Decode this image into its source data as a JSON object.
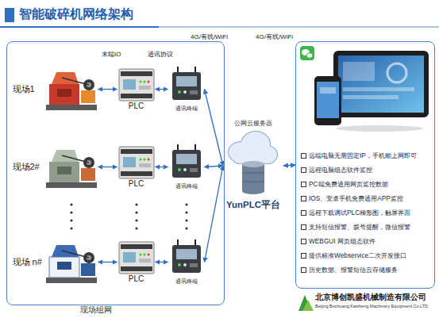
{
  "diagram": {
    "title": "智能破碎机网络架构",
    "nodes": [
      {
        "text": [
          "现场组网"
        ]
      },
      {
        "text": [
          "现场1"
        ],
        "in": 0
      },
      {
        "text": [
          "PLC"
        ],
        "in": 0
      },
      {
        "text": [
          "通讯终端"
        ],
        "in": 0
      },
      {
        "text": [
          "现场2#"
        ],
        "in": 0
      },
      {
        "text": [
          "PLC"
        ],
        "in": 0
      },
      {
        "text": [
          "通讯终端"
        ],
        "in": 0
      },
      {
        "text": [
          "现场 n#"
        ],
        "in": 0
      },
      {
        "text": [
          "PLC"
        ],
        "in": 0
      },
      {
        "text": [
          "通讯终端"
        ],
        "in": 0
      },
      {
        "text": [
          "公网云服务器",
          "YunPLC平台"
        ]
      },
      {
        "text": [
          "远端电脑无需固定IP，手机能上网即可",
          "远程电脑组态软件监控",
          "PC端免费通用网页监控数据",
          "IOS、安卓手机免费通用APP监控",
          "远程下载调试PLC梯形图，触屏界面",
          "支持短信报警、拨号提醒，微信报警",
          "WEBGUI 网页组态软件",
          "提供标准Webservice二次开发接口",
          "历史数据、报警短信云存储服务"
        ]
      }
    ],
    "edges": [
      {
        "from": 1,
        "to": 2,
        "arrow": "both"
      },
      {
        "from": 2,
        "to": 3,
        "arrow": "both"
      },
      {
        "from": 4,
        "to": 5,
        "arrow": "both"
      },
      {
        "from": 5,
        "to": 6,
        "arrow": "both"
      },
      {
        "from": 7,
        "to": 8,
        "arrow": "both"
      },
      {
        "from": 8,
        "to": 9,
        "arrow": "both"
      },
      {
        "from": 3,
        "to": 10,
        "arrow": "both"
      },
      {
        "from": 6,
        "to": 10,
        "arrow": "both"
      },
      {
        "from": 9,
        "to": 10,
        "arrow": "both"
      },
      {
        "from": 10,
        "to": 11,
        "arrow": "both"
      }
    ],
    "labels": [
      "末端IO",
      "通讯协议",
      "4G/有线/WiFi",
      "4G/有线/WiFi",
      "北京博创凯盛机械制造有限公司",
      "Beijing Bochuang Kaisheng Machinery Equipment Co.LTD"
    ]
  }
}
